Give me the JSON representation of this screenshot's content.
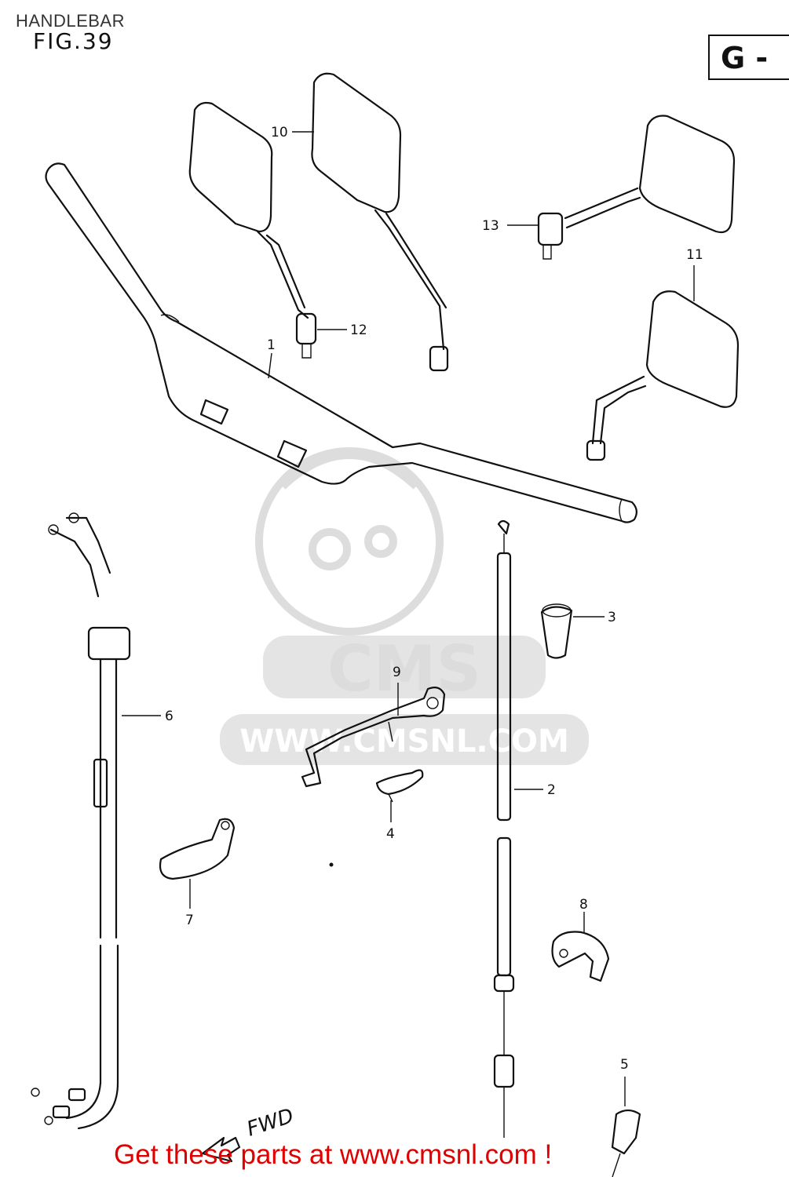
{
  "header": {
    "section_title": "HANDLEBAR",
    "figure_label": "FIG.39",
    "group_code": "G -"
  },
  "watermark": {
    "logo_text": "CMS",
    "url_text": "WWW.CMSNL.COM"
  },
  "callouts": [
    "1",
    "2",
    "3",
    "4",
    "5",
    "6",
    "7",
    "8",
    "9",
    "10",
    "11",
    "12",
    "13"
  ],
  "direction_label": "FWD",
  "promo": {
    "text": "Get these parts at www.cmsnl.com !",
    "color": "#e00000"
  },
  "colors": {
    "line_art": "#111111",
    "watermark": "#dcdcdc"
  }
}
